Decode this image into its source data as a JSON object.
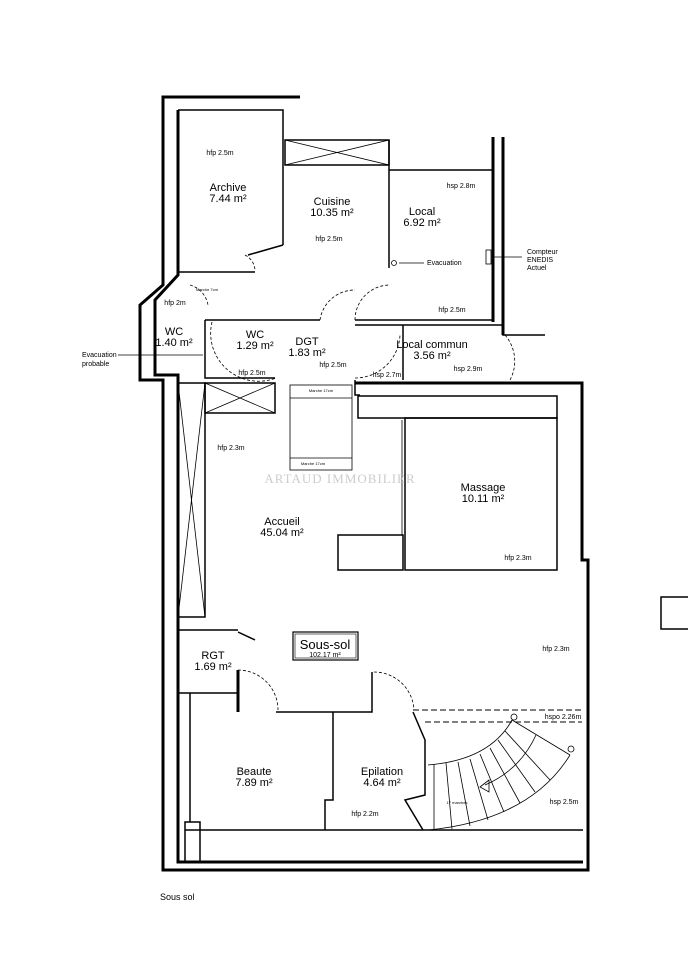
{
  "plan": {
    "title": "Sous-sol",
    "total_area": "102.17 m²",
    "caption": "Sous sol",
    "watermark": "ARTAUD IMMOBILIER"
  },
  "rooms": {
    "archive": {
      "name": "Archive",
      "area": "7.44 m²",
      "height": "hfp 2.5m"
    },
    "cuisine": {
      "name": "Cuisine",
      "area": "10.35 m²",
      "height": "hfp 2.5m"
    },
    "local": {
      "name": "Local",
      "area": "6.92 m²",
      "height_top": "hsp 2.8m",
      "height_bottom": "hfp 2.5m"
    },
    "wc1": {
      "name": "WC",
      "area": "1.40 m²",
      "height": "hfp 2m"
    },
    "wc2": {
      "name": "WC",
      "area": "1.29 m²",
      "height": "hfp 2.5m"
    },
    "dgt": {
      "name": "DGT",
      "area": "1.83 m²",
      "height": "hfp 2.5m"
    },
    "local_commun": {
      "name": "Local commun",
      "area": "3.56 m²",
      "height": "hsp 2.9m",
      "height_left": "hsp 2.7m"
    },
    "accueil": {
      "name": "Accueil",
      "area": "45.04 m²",
      "height": "hfp 2.3m",
      "height_right": "hfp 2.3m"
    },
    "massage": {
      "name": "Massage",
      "area": "10.11 m²",
      "height": "hfp 2.3m"
    },
    "rgt": {
      "name": "RGT",
      "area": "1.69 m²"
    },
    "beaute": {
      "name": "Beaute",
      "area": "7.89 m²"
    },
    "epilation": {
      "name": "Epilation",
      "area": "4.64 m²",
      "height": "hfp 2.2m"
    }
  },
  "annotations": {
    "evacuation": "Evacuation",
    "evacuation_probable_1": "Evacuation",
    "evacuation_probable_2": "probable",
    "compteur_1": "Compteur",
    "compteur_2": "ENEDIS",
    "compteur_3": "Actuel",
    "marche_top": "Marche 17cm",
    "marche_bottom": "Marche 17cm",
    "marche_wc": "Marche 7cm",
    "hspo": "hspo 2.26m",
    "hsp_stairs": "hsp 2.5m",
    "stairs": "17 marches"
  }
}
